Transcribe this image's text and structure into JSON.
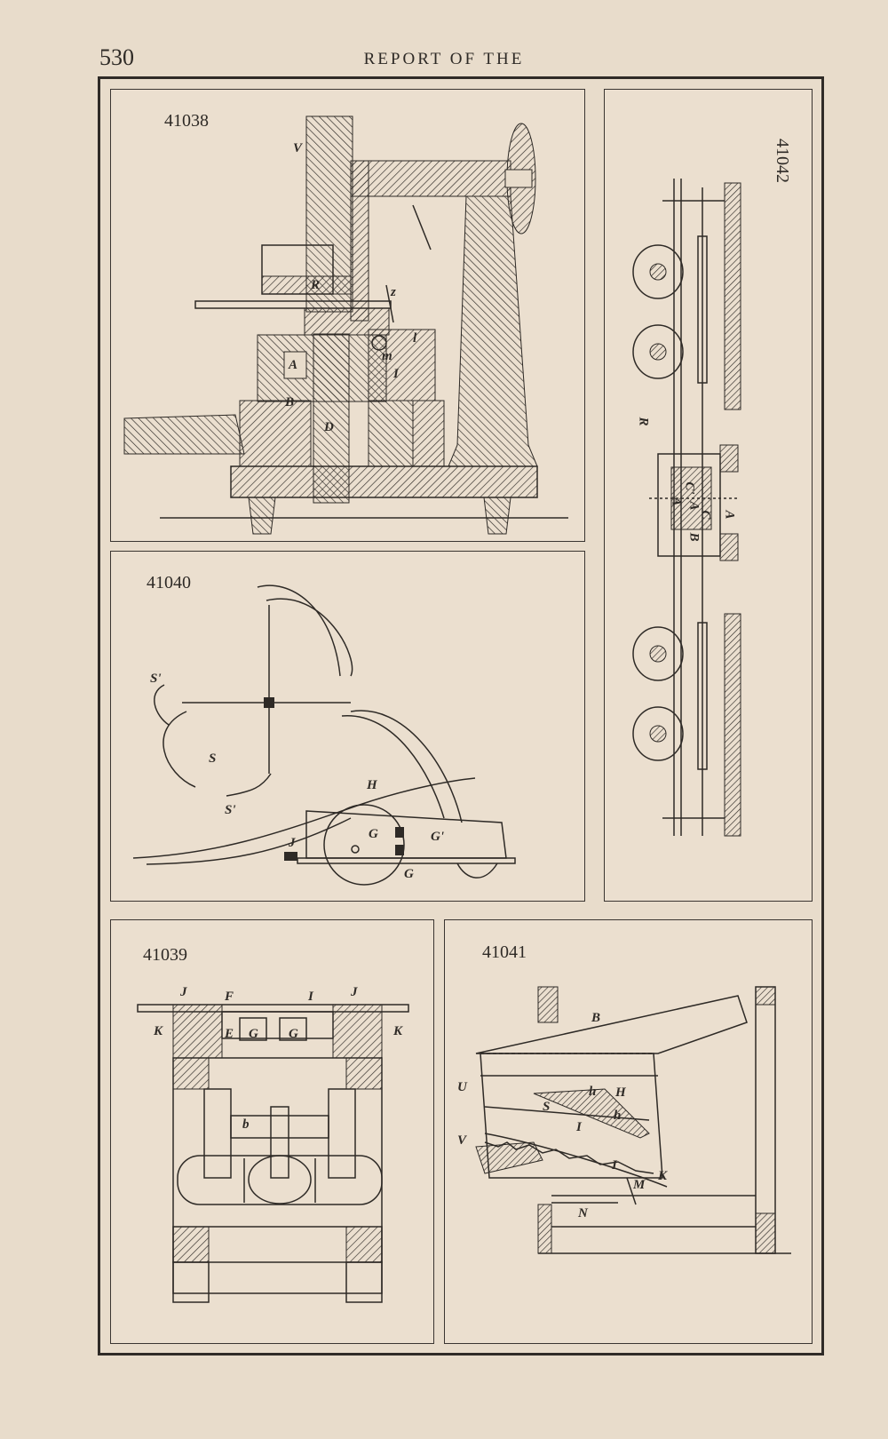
{
  "header": {
    "page_number": "530",
    "running_head": "REPORT OF THE"
  },
  "figures": {
    "fig_41038": {
      "number": "41038",
      "labels": {
        "V": "V",
        "R": "R",
        "z": "z",
        "A": "A",
        "B": "B",
        "D": "D",
        "I": "I",
        "l": "l",
        "m": "m"
      }
    },
    "fig_41040": {
      "number": "41040",
      "labels": {
        "S1": "S'",
        "S": "S",
        "S2": "S'",
        "H": "H",
        "G1": "G",
        "G2": "G'",
        "G3": "G",
        "J": "J"
      }
    },
    "fig_41042": {
      "number": "41042",
      "labels": {
        "R": "R",
        "A1": "A",
        "A2": "A",
        "B": "B",
        "C": "C",
        "C2": "C'",
        "A3": "A"
      }
    },
    "fig_41039": {
      "number": "41039",
      "labels": {
        "J1": "J",
        "F": "F",
        "I": "I",
        "J2": "J",
        "K1": "K",
        "E": "E",
        "G1": "G",
        "G2": "G",
        "K2": "K",
        "b": "b"
      }
    },
    "fig_41041": {
      "number": "41041",
      "labels": {
        "B": "B",
        "U": "U",
        "H": "H",
        "h1": "h",
        "S": "S",
        "I1": "I",
        "h2": "h",
        "V": "V",
        "I2": "I",
        "K": "K",
        "M": "M",
        "N": "N"
      }
    }
  }
}
